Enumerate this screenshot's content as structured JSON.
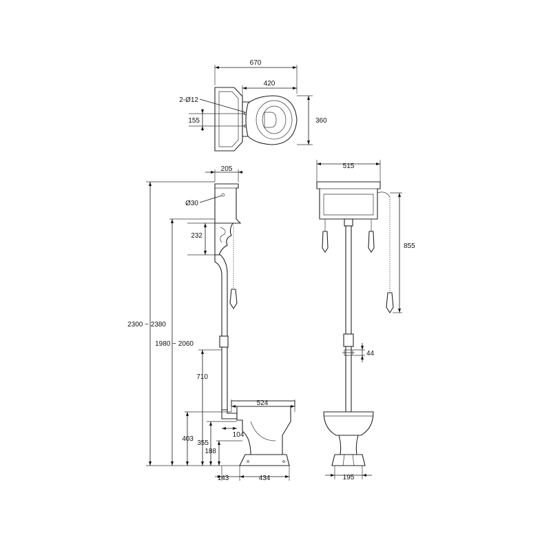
{
  "dimensions": {
    "top_width": "670",
    "top_bowl_width": "420",
    "top_hole": "2-Ø12",
    "top_offset": "155",
    "top_depth": "360",
    "cistern_depth": "205",
    "inlet_diameter": "Ø30",
    "bracket_height": "232",
    "total_height": "2300 ~ 2380",
    "cistern_bottom_height": "1980 ~ 2060",
    "pipe_height": "710",
    "seat_height": "403",
    "outlet_height": "355",
    "outlet_low": "188",
    "outlet_projection": "104",
    "pan_length": "524",
    "wall_offset": "143",
    "base_length": "434",
    "cistern_width": "515",
    "chain_length": "855",
    "joint_height": "44",
    "base_width": "195"
  },
  "colors": {
    "line": "#222222",
    "background": "#ffffff"
  }
}
